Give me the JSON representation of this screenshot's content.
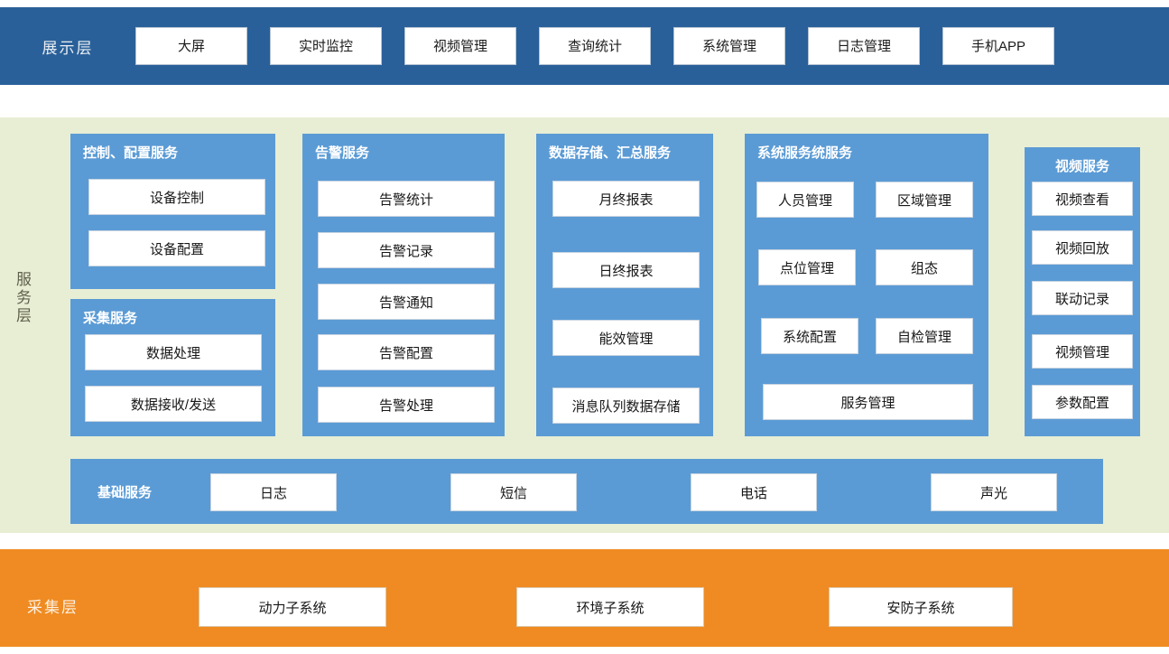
{
  "diagram": {
    "colors": {
      "presentation_bg": "#2a6099",
      "service_bg": "#e8eed4",
      "panel_blue": "#5b9bd5",
      "collection_bg": "#ef8b22",
      "card_bg": "#ffffff"
    }
  },
  "presentation_layer": {
    "label": "展示层",
    "items": [
      {
        "label": "大屏"
      },
      {
        "label": "实时监控"
      },
      {
        "label": "视频管理"
      },
      {
        "label": "查询统计"
      },
      {
        "label": "系统管理"
      },
      {
        "label": "日志管理"
      },
      {
        "label": "手机APP"
      }
    ]
  },
  "service_layer": {
    "label": "服务层",
    "panels": [
      {
        "title": "控制、配置服务",
        "items": [
          {
            "label": "设备控制"
          },
          {
            "label": "设备配置"
          }
        ]
      },
      {
        "title": "采集服务",
        "items": [
          {
            "label": "数据处理"
          },
          {
            "label": "数据接收/发送"
          }
        ]
      },
      {
        "title": "告警服务",
        "items": [
          {
            "label": "告警统计"
          },
          {
            "label": "告警记录"
          },
          {
            "label": "告警通知"
          },
          {
            "label": "告警配置"
          },
          {
            "label": "告警处理"
          }
        ]
      },
      {
        "title": "数据存储、汇总服务",
        "items": [
          {
            "label": "月终报表"
          },
          {
            "label": "日终报表"
          },
          {
            "label": "能效管理"
          },
          {
            "label": "消息队列数据存储"
          }
        ]
      },
      {
        "title": "系统服务统服务",
        "items": [
          {
            "label": "人员管理"
          },
          {
            "label": "区域管理"
          },
          {
            "label": "点位管理"
          },
          {
            "label": "组态"
          },
          {
            "label": "系统配置"
          },
          {
            "label": "自检管理"
          },
          {
            "label": "服务管理"
          }
        ]
      },
      {
        "title": "视频服务",
        "items": [
          {
            "label": "视频查看"
          },
          {
            "label": "视频回放"
          },
          {
            "label": "联动记录"
          },
          {
            "label": "视频管理"
          },
          {
            "label": "参数配置"
          }
        ]
      }
    ],
    "basic_services": {
      "title": "基础服务",
      "items": [
        {
          "label": "日志"
        },
        {
          "label": "短信"
        },
        {
          "label": "电话"
        },
        {
          "label": "声光"
        }
      ]
    }
  },
  "collection_layer": {
    "label": "采集层",
    "items": [
      {
        "label": "动力子系统"
      },
      {
        "label": "环境子系统"
      },
      {
        "label": "安防子系统"
      }
    ]
  }
}
